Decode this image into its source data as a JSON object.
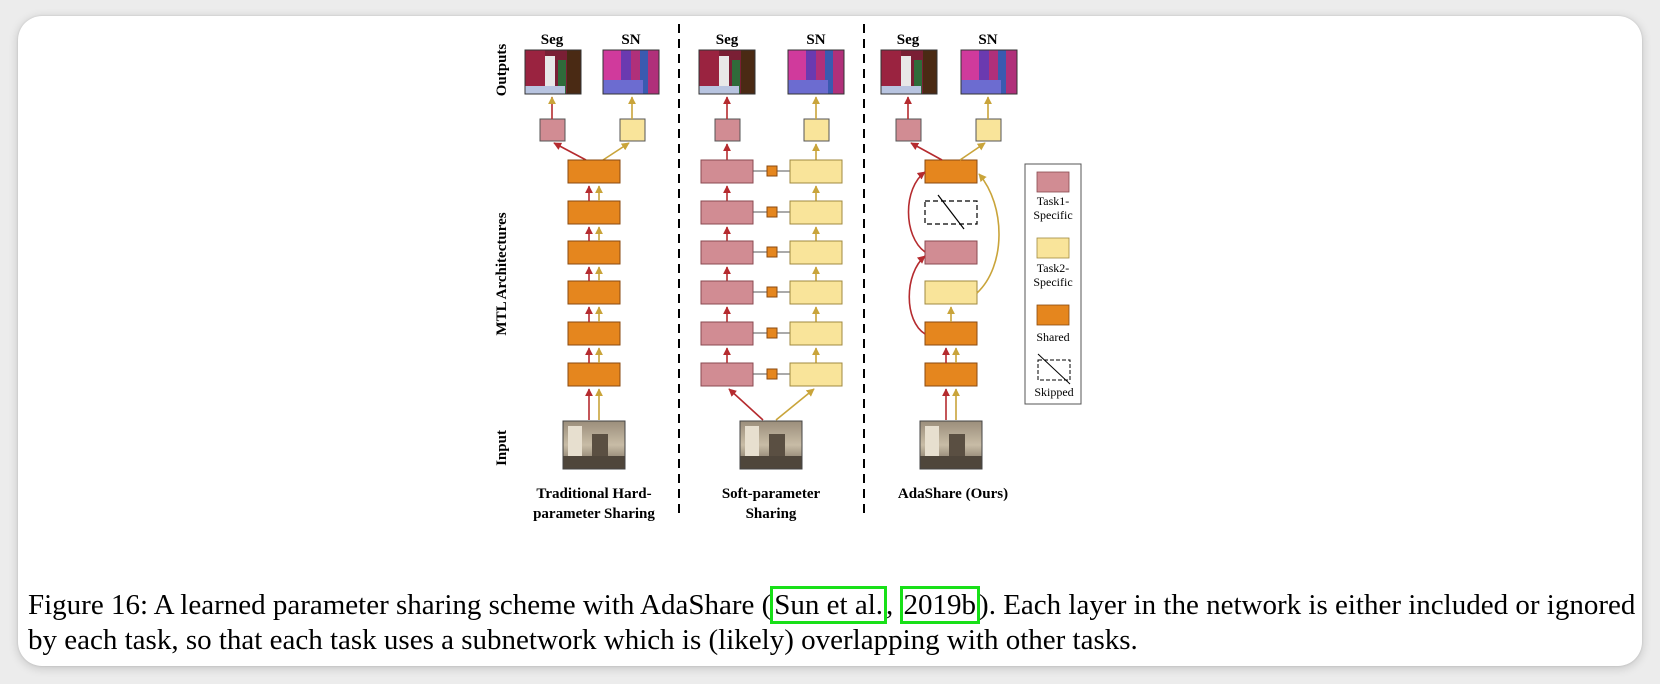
{
  "figure": {
    "row_labels": {
      "outputs": "Outputs",
      "mtl": "MTL Architectures",
      "input": "Input"
    },
    "output_labels": {
      "seg": "Seg",
      "sn": "SN"
    },
    "columns": [
      {
        "title_line1": "Traditional Hard-",
        "title_line2": "parameter Sharing"
      },
      {
        "title_line1": "Soft-parameter",
        "title_line2": "Sharing"
      },
      {
        "title_line1": "AdaShare (Ours)",
        "title_line2": ""
      }
    ],
    "legend": {
      "task1_line1": "Task1-",
      "task1_line2": "Specific",
      "task2_line1": "Task2-",
      "task2_line2": "Specific",
      "shared": "Shared",
      "skipped": "Skipped"
    },
    "colors": {
      "task1": "#d18c93",
      "task2": "#f9e49a",
      "shared": "#e5861e",
      "task1_arrow": "#b52b2f",
      "task2_arrow": "#c9a43a"
    }
  },
  "caption": {
    "prefix": "Figure 16: A learned parameter sharing scheme with AdaShare (",
    "cite_author": "Sun et al.",
    "cite_sep": ", ",
    "cite_year": "2019b",
    "suffix": "). Each layer in the network is either included or ignored by each task, so that each task uses a subnetwork which is (likely) overlapping with other tasks."
  }
}
